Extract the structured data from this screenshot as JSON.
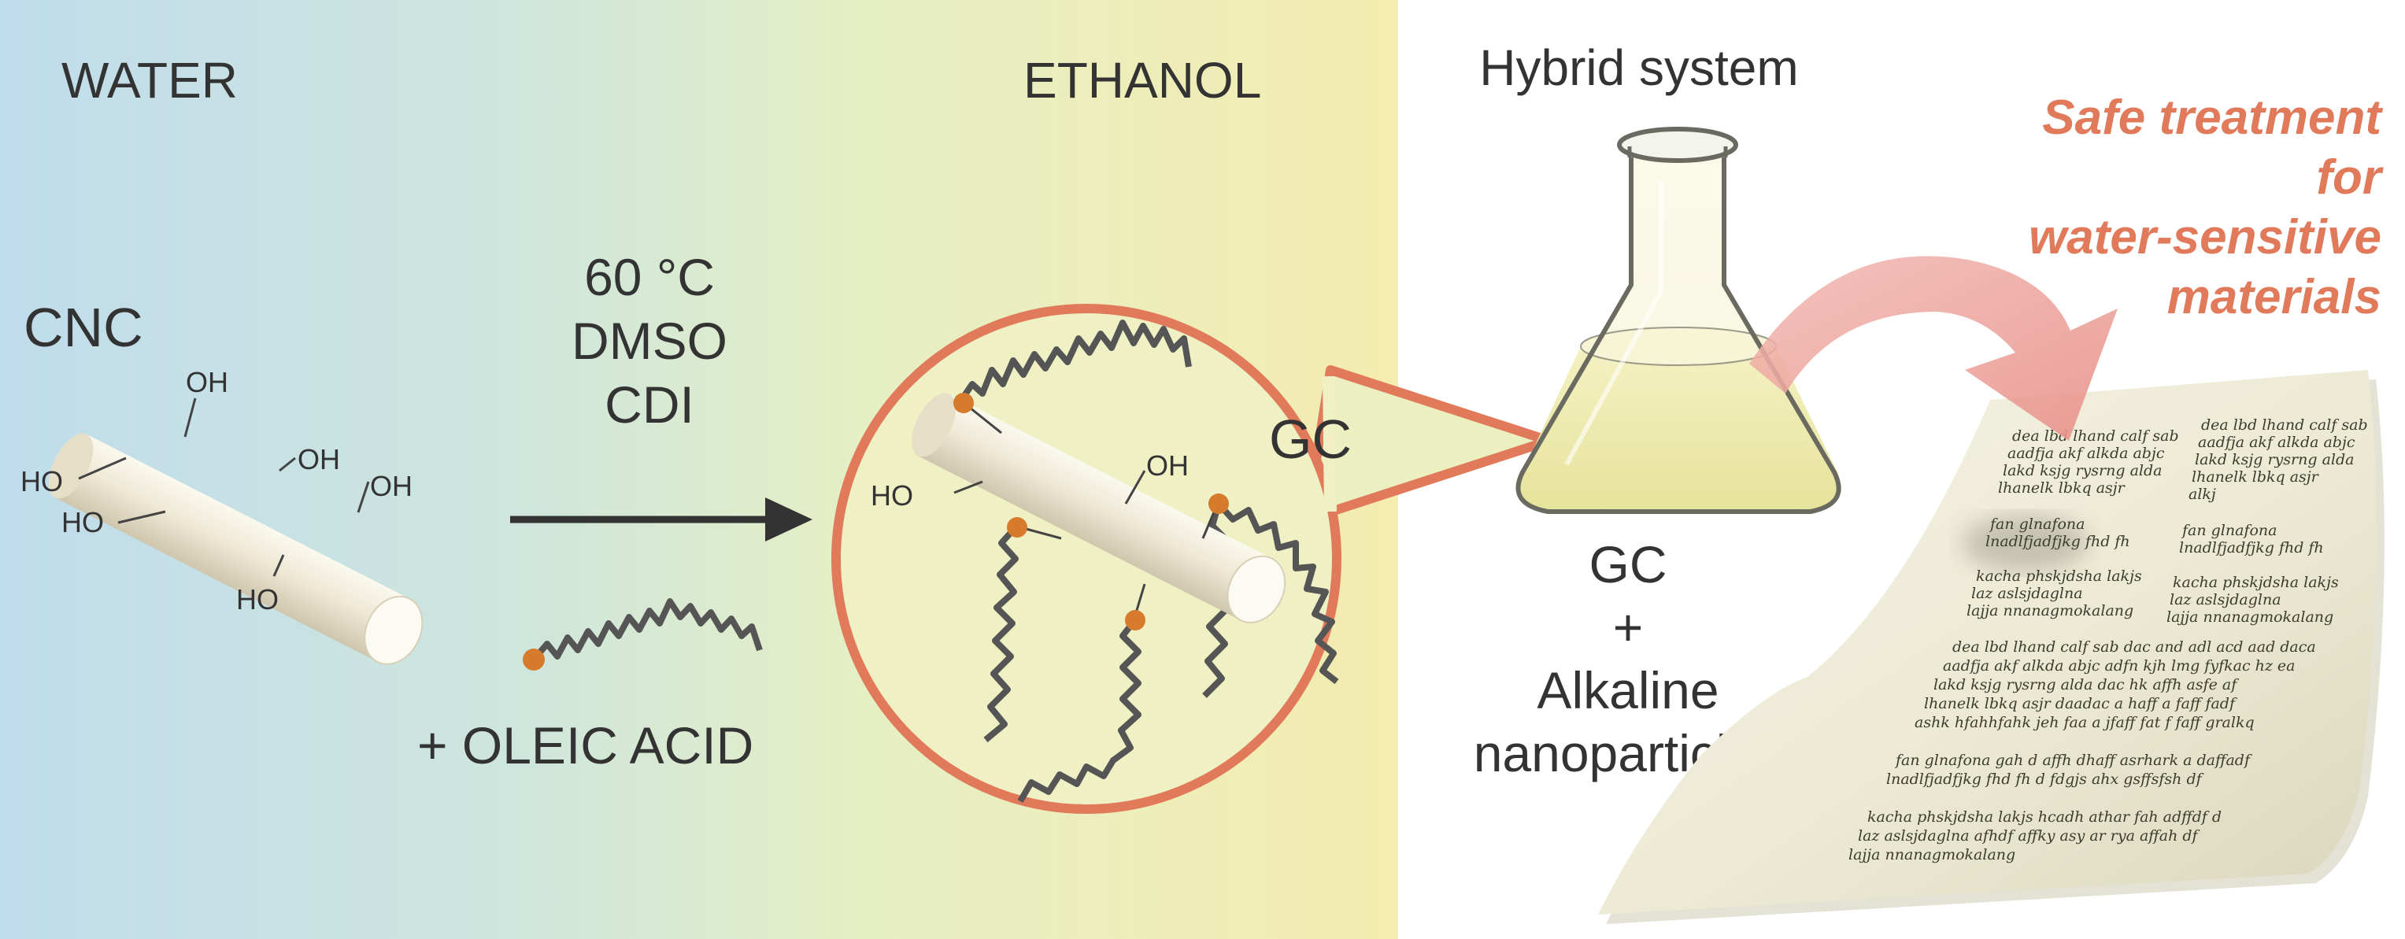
{
  "labels": {
    "water": "WATER",
    "ethanol": "ETHANOL",
    "cnc": "CNC",
    "gc": "GC",
    "hybrid_system": "Hybrid system",
    "reaction_temp": "60 °C",
    "reaction_solvent": "DMSO",
    "reaction_reagent": "CDI",
    "oleic_acid": "+ OLEIC ACID"
  },
  "hydroxyl": {
    "oh": "OH",
    "ho": "HO"
  },
  "flask_contents": [
    "GC",
    "+",
    "Alkaline",
    "nanoparticles"
  ],
  "tagline": [
    "Safe treatment",
    "for",
    "water-sensitive",
    "materials"
  ],
  "document_text": {
    "col1": [
      "dea lbd lhand calf sab",
      "aadfja akf alkda abjc",
      "lakd ksjg rysrng alda",
      "lhanelk lbkq asjr",
      "",
      "fan glnafona",
      "lnadlfjadfjkg fhd fh",
      "",
      "kacha phskjdsha lakjs",
      "laz aslsjdaglna",
      "lajja nnanagmokalang",
      "",
      "dea lbd lhand calf sab dac and adl acd aad daca",
      "aadfja akf alkda abjc adfn kjh lmg fyfkac hz ea",
      "lakd ksjg rysrng alda dac hk affh asfe af",
      "lhanelk lbkq asjr daadac a haff a faff fadf",
      "ashk hfahhfahk jeh faa a jfaff fat f faff gralkq",
      "",
      "fan glnafona gah d affh dhaff asrhark a daffadf",
      "lnadlfjadfjkg fhd fh d fdgjs ahx gsffsfsh df",
      "",
      "kacha phskjdsha lakjs hcadh athar fah adffdf d",
      "laz aslsjdaglna afhdf affky asy ar rya affah df",
      "lajja nnanagmokalang"
    ],
    "col2": [
      "dea lbd lhand calf sab",
      "aadfja akf alkda abjc",
      "lakd ksjg rysrng alda",
      "lhanelk lbkq asjr",
      "alkj",
      "",
      "fan glnafona",
      "lnadlfjadfjkg fhd fh",
      "",
      "kacha phskjdsha lakjs",
      "laz aslsjdaglna",
      "lajja nnanagmokalang"
    ]
  },
  "colors": {
    "water_bg": "#bcdcec",
    "ethanol_bg": "#f0ecb0",
    "zoom_circle": "#e07a5a",
    "ester_dot": "#d67a2c",
    "tagline": "#e07a5a",
    "arrow": "#333333",
    "crystal": "#efe9d6",
    "paper": "#ecead8"
  }
}
